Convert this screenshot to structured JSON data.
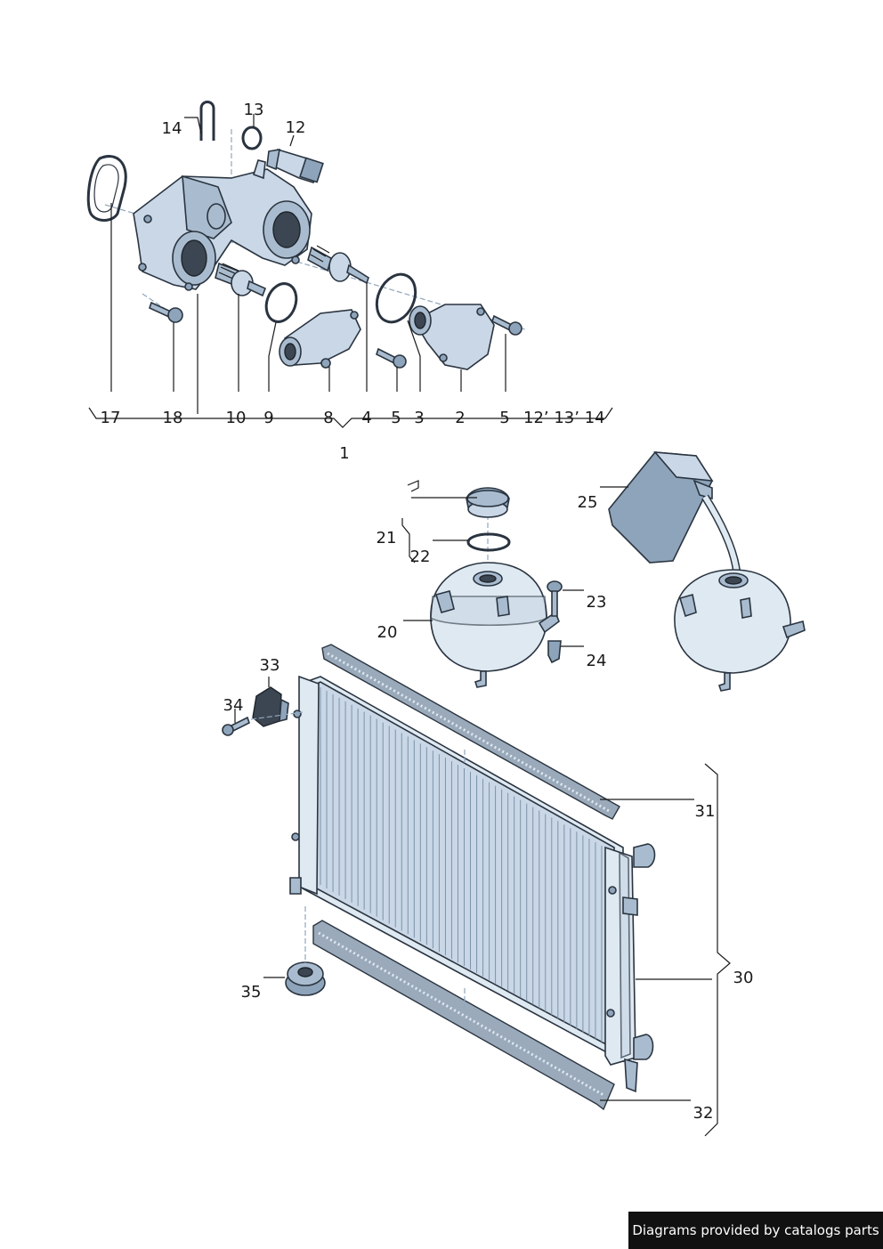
{
  "labels": {
    "l1": "1",
    "l2": "2",
    "l3": "3",
    "l4": "4",
    "l5a": "5",
    "l5b": "5",
    "l8": "8",
    "l9": "9",
    "l10": "10",
    "l12": "12",
    "l13": "13",
    "l14": "14",
    "l17": "17",
    "l18": "18",
    "l20": "20",
    "l21": "21",
    "l22": "22",
    "l23": "23",
    "l24": "24",
    "l25": "25",
    "l30": "30",
    "l31": "31",
    "l32": "32",
    "l33": "33",
    "l34": "34",
    "l35": "35",
    "refs": "12’ 13’ 14"
  },
  "footer": {
    "text": "Diagrams provided by catalogs parts"
  }
}
